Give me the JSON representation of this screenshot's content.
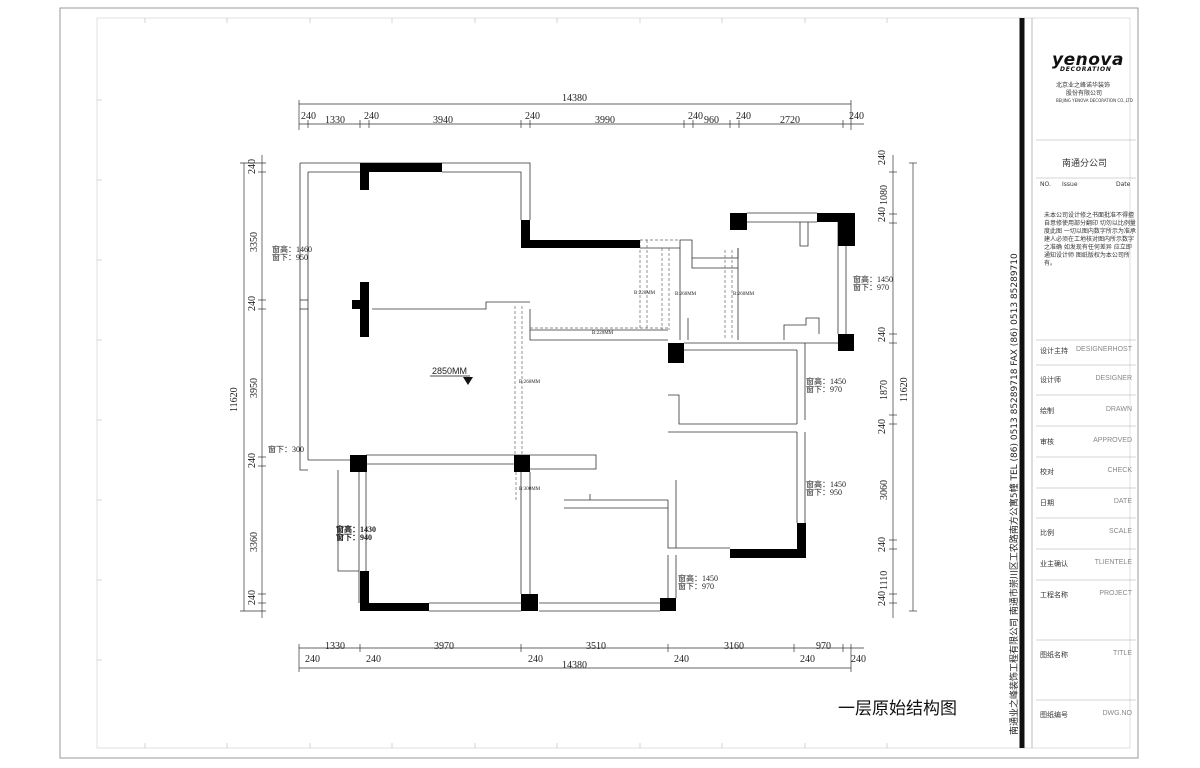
{
  "title_block": {
    "logo": "yenova",
    "logo_sub": "DECORATION",
    "company_cn_1": "北京业之峰诺华装饰",
    "company_cn_2": "股份有限公司",
    "company_en": "BEIJING YENOVA DECORATION CO.,LTD",
    "branch": "南通分公司",
    "no_label": "NO.",
    "issue_label": "Issue",
    "date_label": "Date",
    "note": "未本公司设计修之书面批准不得擅自意修使用部分翻印 切勿以比例量度此图 一切以图内数字所示为准承建人必须在工地核对图内所示数字之准确 如发现有任何差异 应立即通知设计师 图纸版权为本公司所有。",
    "rows": [
      {
        "cn": "设计主持",
        "en": "DESIGNERHOST"
      },
      {
        "cn": "设计师",
        "en": "DESIGNER"
      },
      {
        "cn": "绘制",
        "en": "DRAWN"
      },
      {
        "cn": "审核",
        "en": "APPROVED"
      },
      {
        "cn": "校对",
        "en": "CHECK"
      },
      {
        "cn": "日期",
        "en": "DATE"
      },
      {
        "cn": "比例",
        "en": "SCALE"
      },
      {
        "cn": "业主确认",
        "en": "TLIENTELE"
      },
      {
        "cn": "工程名称",
        "en": "PROJECT"
      },
      {
        "cn": "图纸名称",
        "en": "TITLE"
      },
      {
        "cn": "图纸编号",
        "en": "DWG.NO"
      }
    ],
    "vertical_text": "南通业之峰装饰工程有限公司 南通市崇川区工农路南方公寓5幢 TEL (86) 0513 85289718 FAX (86) 0513 85289710"
  },
  "drawing_title": "一层原始结构图",
  "ceiling_height": "2850MM",
  "dims": {
    "top_total": "14380",
    "top_segments": [
      "240",
      "1330",
      "240",
      "3940",
      "240",
      "3990",
      "240",
      "960",
      "240",
      "2720",
      "240"
    ],
    "bottom_total": "14380",
    "bottom_upper": [
      "1330",
      "3970",
      "3510",
      "3160",
      "970"
    ],
    "bottom_lower": [
      "240",
      "240",
      "240",
      "240",
      "240",
      "240"
    ],
    "left_total": "11620",
    "left_segments": [
      "240",
      "3350",
      "240",
      "3950",
      "240",
      "3360",
      "240"
    ],
    "right_total": "11620",
    "right_segments": [
      "240",
      "1080",
      "240",
      "240",
      "1870",
      "240",
      "3060",
      "240",
      "1110",
      "240"
    ]
  },
  "windows": [
    {
      "h": "窗高：1460",
      "s": "窗下：950"
    },
    {
      "h": "窗高：1450",
      "s": "窗下：970"
    },
    {
      "h": "窗高：1450",
      "s": "窗下：970"
    },
    {
      "h": "窗高：1450",
      "s": "窗下：950"
    },
    {
      "h": "窗高：1430",
      "s": "窗下：940"
    },
    {
      "h": "窗高：1450",
      "s": "窗下：970"
    },
    {
      "h": "",
      "s": "窗下：300"
    }
  ],
  "beams": [
    "B:220MM",
    "B:260MM",
    "B:260MM",
    "B:220MM",
    "B:260MM",
    "B:300MM"
  ]
}
